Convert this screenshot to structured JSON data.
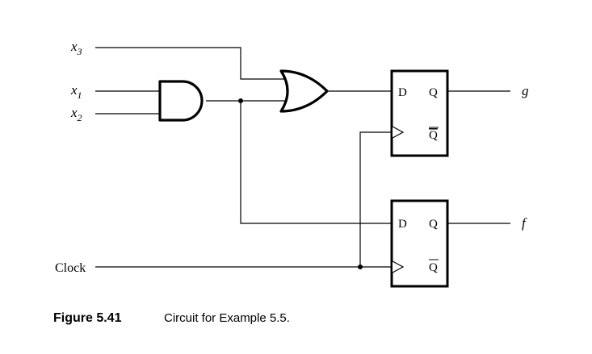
{
  "inputs": {
    "x3": {
      "base": "x",
      "sub": "3"
    },
    "x1": {
      "base": "x",
      "sub": "1"
    },
    "x2": {
      "base": "x",
      "sub": "2"
    },
    "clock": "Clock"
  },
  "outputs": {
    "g": "g",
    "f": "f"
  },
  "flipflop_top": {
    "d": "D",
    "q": "Q",
    "qbar": "Q"
  },
  "flipflop_bottom": {
    "d": "D",
    "q": "Q",
    "qbar": "Q"
  },
  "caption": {
    "number": "Figure 5.41",
    "text": "Circuit for Example 5.5."
  }
}
